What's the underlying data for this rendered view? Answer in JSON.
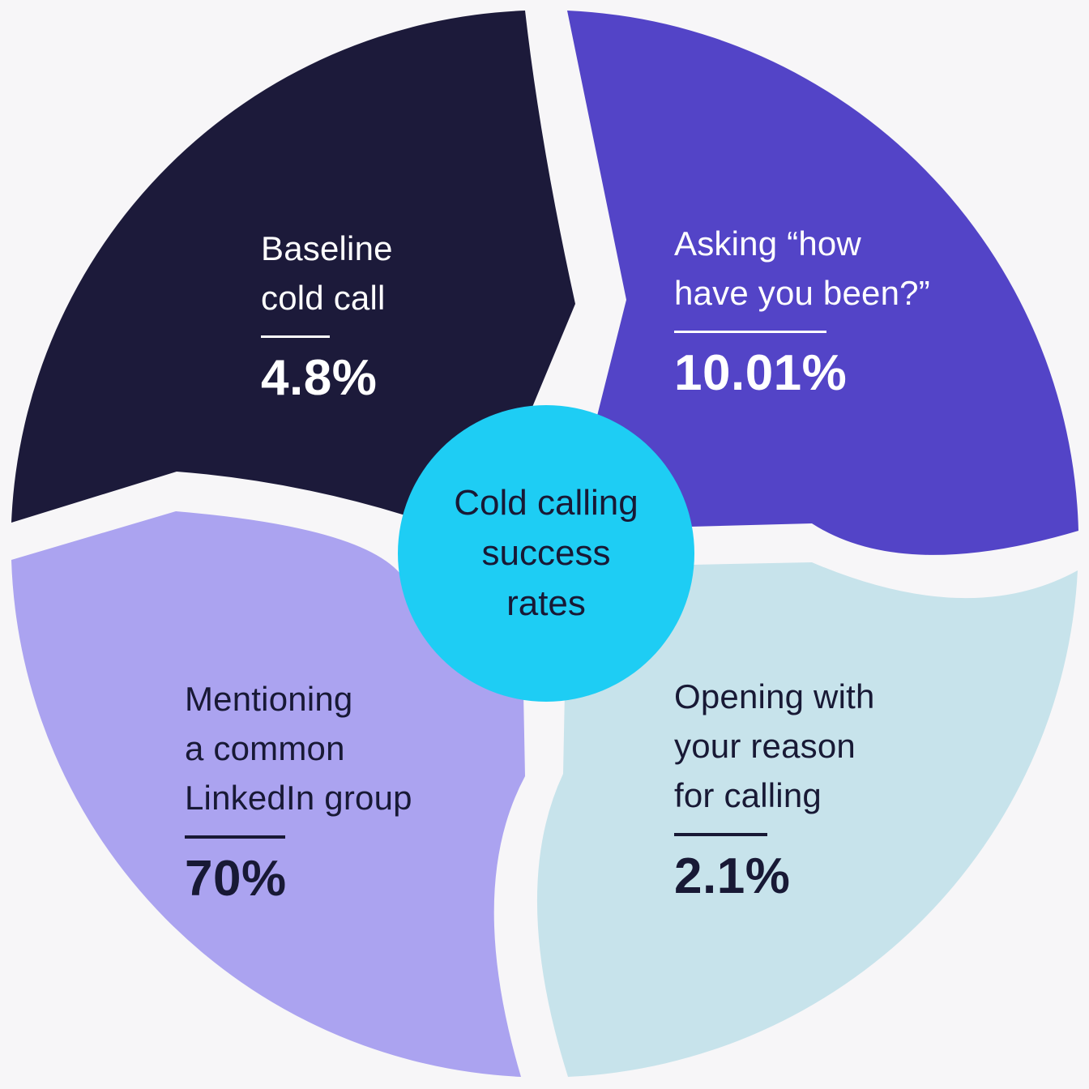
{
  "title": "Cold calling success rates",
  "center": {
    "label": "Cold calling\nsuccess\nrates"
  },
  "colors": {
    "background": "#f7f6f8",
    "center_circle": "#1ecdf4",
    "dark_text": "#181935",
    "light_text": "#ffffff"
  },
  "segments": [
    {
      "id": "baseline-cold-call",
      "label": "Baseline\ncold call",
      "value": "4.8%",
      "color": "#1c1a3a",
      "text_color": "#ffffff",
      "position": "top-left"
    },
    {
      "id": "asking-how-have-you-been",
      "label": "Asking “how\nhave you been?”",
      "value": "10.01%",
      "color": "#5344c7",
      "text_color": "#ffffff",
      "position": "top-right"
    },
    {
      "id": "mentioning-common-linkedin-group",
      "label": "Mentioning\na common\nLinkedIn group",
      "value": "70%",
      "color": "#aba3f0",
      "text_color": "#181935",
      "position": "bottom-left"
    },
    {
      "id": "opening-with-reason-for-calling",
      "label": "Opening with\nyour reason\nfor calling",
      "value": "2.1%",
      "color": "#c7e3eb",
      "text_color": "#181935",
      "position": "bottom-right"
    }
  ],
  "chart_data": {
    "type": "pie",
    "title": "Cold calling success rates",
    "categories": [
      "Baseline cold call",
      "Asking “how have you been?”",
      "Mentioning a common LinkedIn group",
      "Opening with your reason for calling"
    ],
    "values": [
      4.8,
      10.01,
      70,
      2.1
    ],
    "unit": "%",
    "slice_colors": [
      "#1c1a3a",
      "#5344c7",
      "#aba3f0",
      "#c7e3eb"
    ],
    "layout": "four equal pinwheel quadrants with central label circle, values labeled inside slices",
    "legend_position": "none"
  }
}
